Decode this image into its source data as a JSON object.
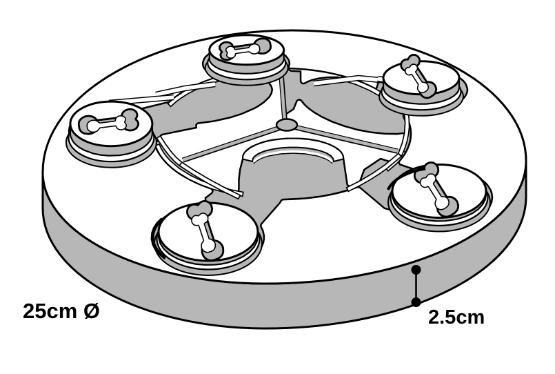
{
  "figure": {
    "type": "isometric-product-diagram",
    "subject": "circular dog puzzle toy disc with five bone-shaped treat compartments and rotating paddles",
    "background": "#ffffff",
    "outline_color": "#000000",
    "fill_gray": "#b7b7b7",
    "labels": {
      "diameter": "25cm Ø",
      "thickness": "2.5cm"
    },
    "compartments": 5
  }
}
